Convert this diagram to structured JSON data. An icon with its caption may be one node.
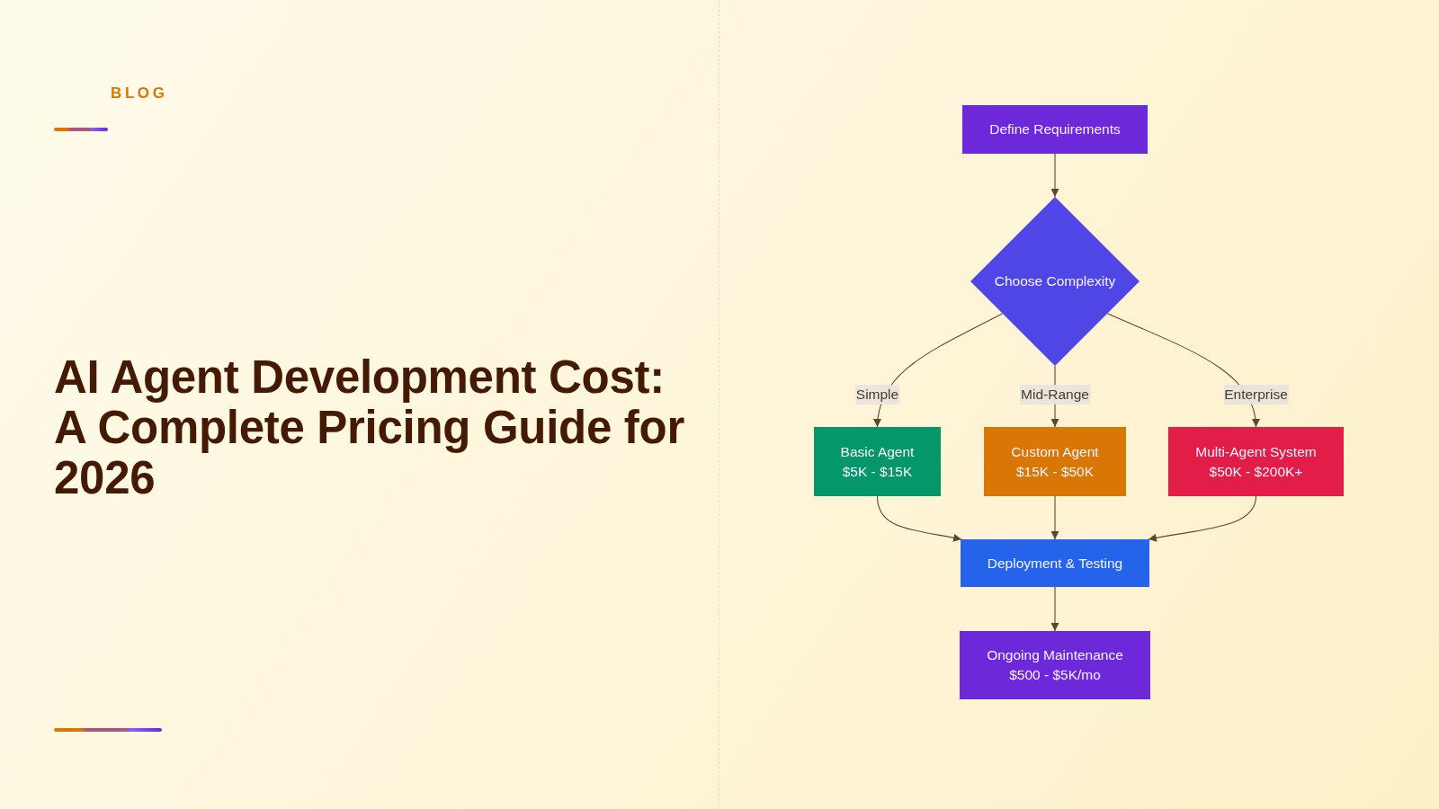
{
  "diagram": {
    "title": "AI Agent Development Cost: A Complete Pricing Guide for 2026",
    "nodes": [
      {
        "text": [
          "Define Requirements"
        ]
      },
      {
        "text": [
          "Choose Complexity"
        ]
      },
      {
        "text": [
          "Basic Agent",
          "$5K - $15K"
        ]
      },
      {
        "text": [
          "Custom Agent",
          "$15K - $50K"
        ]
      },
      {
        "text": [
          "Multi-Agent System",
          "$50K - $200K+"
        ]
      },
      {
        "text": [
          "Deployment & Testing"
        ]
      },
      {
        "text": [
          "Ongoing Maintenance",
          "$500 - $5K/mo"
        ]
      }
    ],
    "edges": [
      {
        "from": 0,
        "to": 1,
        "arrow": "to"
      },
      {
        "from": 1,
        "to": 2,
        "arrow": "to",
        "label": "Simple"
      },
      {
        "from": 1,
        "to": 3,
        "arrow": "to",
        "label": "Mid-Range"
      },
      {
        "from": 1,
        "to": 4,
        "arrow": "to",
        "label": "Enterprise"
      },
      {
        "from": 2,
        "to": 5,
        "arrow": "to"
      },
      {
        "from": 3,
        "to": 5,
        "arrow": "to"
      },
      {
        "from": 4,
        "to": 5,
        "arrow": "to"
      },
      {
        "from": 5,
        "to": 6,
        "arrow": "to"
      }
    ],
    "labels": [
      "BLOG"
    ]
  }
}
